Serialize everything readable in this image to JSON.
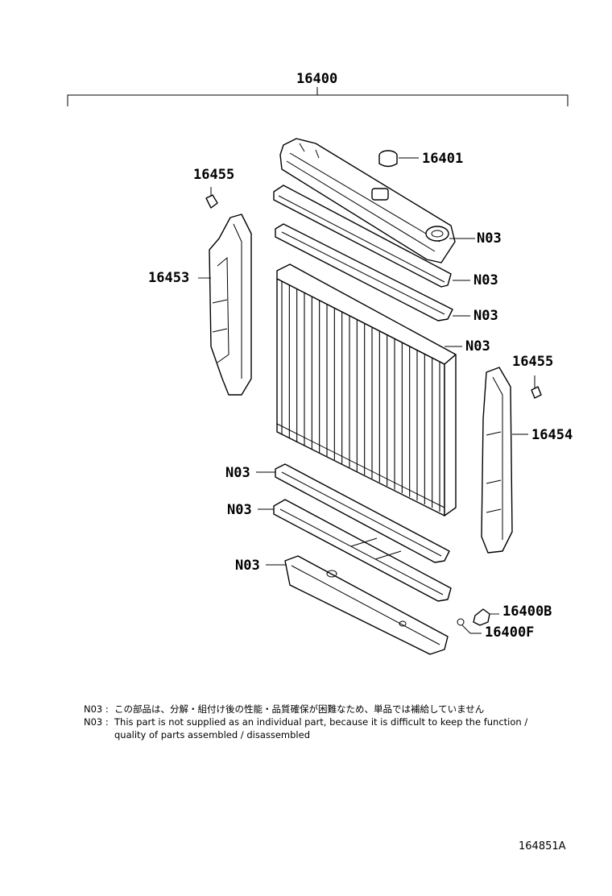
{
  "callouts": {
    "assembly": "16400",
    "cap": "16401",
    "screw_left": "16455",
    "bracket_left": "16453",
    "screw_right": "16455",
    "bracket_right": "16454",
    "n03_upper_tank": "N03",
    "n03_upper_seal_plate": "N03",
    "n03_upper_gasket": "N03",
    "n03_core": "N03",
    "n03_lower_gasket": "N03",
    "n03_lower_seal_plate": "N03",
    "n03_lower_tank": "N03",
    "drain_cock": "16400B",
    "o_ring": "16400F"
  },
  "notes": [
    {
      "code": "N03",
      "separator": ":",
      "text": "この部品は、分解・組付け後の性能・品質確保が困難なため、単品では補給していません"
    },
    {
      "code": "N03",
      "separator": ":",
      "text": "This part is not supplied as an individual part, because it is difficult to keep the function /",
      "continuation": "quality of parts assembled / disassembled"
    }
  ],
  "diagram_id": "164851A"
}
